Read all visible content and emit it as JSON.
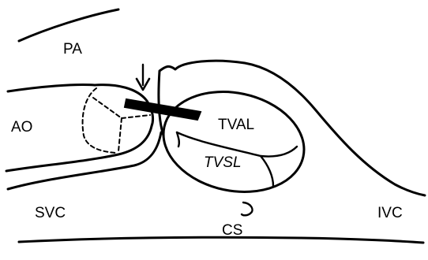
{
  "labels": {
    "pa": "PA",
    "ao": "AO",
    "tval": "TVAL",
    "tvsl": "TVSL",
    "svc": "SVC",
    "cs": "CS",
    "ivc": "IVC"
  }
}
